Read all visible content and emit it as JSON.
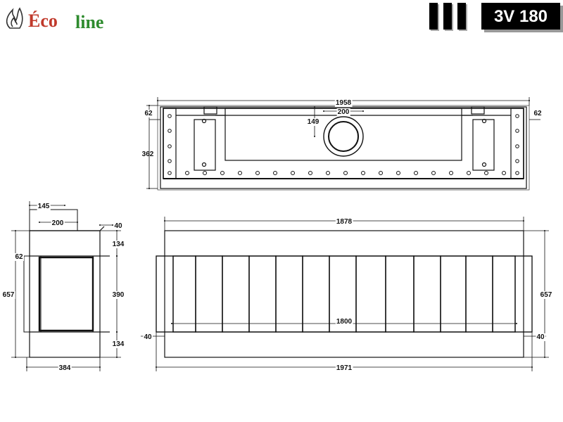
{
  "brand": {
    "logo_a": "Éco",
    "logo_b": "line",
    "logo_a_color": "#c0392b",
    "logo_b_color": "#2e8b2e"
  },
  "model": {
    "name": "3V 180",
    "badge_bg": "#000000"
  },
  "dimensions": {
    "top_width": "1958",
    "top_left_margin": "62",
    "top_right_margin": "62",
    "top_flue_dia": "200",
    "top_flue_offset": "149",
    "top_depth": "362",
    "side_flue_offset": "145",
    "side_flue_dia": "200",
    "side_top_step": "40",
    "side_upper": "134",
    "side_glass": "390",
    "side_lower": "134",
    "side_frame_top": "62",
    "side_height": "657",
    "side_depth": "384",
    "front_top_width": "1878",
    "front_inner_width": "1800",
    "front_bottom_width": "1971",
    "front_left_margin": "40",
    "front_right_margin": "40",
    "front_height": "657"
  }
}
